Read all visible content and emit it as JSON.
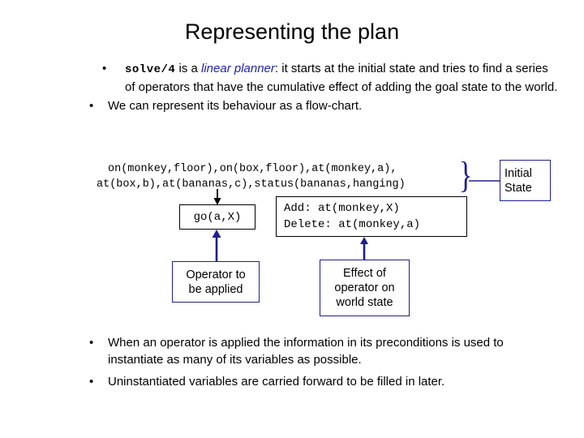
{
  "slide": {
    "title": "Representing the plan"
  },
  "bullets_top": [
    {
      "marker": "•",
      "segments": [
        {
          "kind": "mono",
          "text": "solve/4"
        },
        {
          "kind": "plain",
          "text": " is a "
        },
        {
          "kind": "blue-italic",
          "text": "linear planner"
        },
        {
          "kind": "plain",
          "text": ": it starts at the initial state and tries to find a series of operators that have the cumulative effect of adding the goal state to the world."
        }
      ],
      "plain_text": "solve/4 is a linear planner: it starts at the initial state and tries to find a series of operators that have the cumulative effect of adding the goal state to the world."
    },
    {
      "marker": "•",
      "plain_text": "We can represent its behaviour as a flow-chart."
    }
  ],
  "bullets_bottom": [
    {
      "marker": "•",
      "plain_text": "When an operator is applied the information in its preconditions is used to instantiate as many of its variables as possible."
    },
    {
      "marker": "•",
      "plain_text": "Uninstantiated variables are carried forward to be filled in later."
    }
  ],
  "diagram": {
    "state_line_1": "on(monkey,floor),on(box,floor),at(monkey,a),",
    "state_line_2": "at(box,b),at(bananas,c),status(bananas,hanging)",
    "brace_glyph": "}",
    "boxes": {
      "initial_state": {
        "line_1": "Initial",
        "line_2": "State",
        "border_color": "#1f1f8f"
      },
      "operator_goax": {
        "text": "go(a,X)",
        "border_color": "#000000"
      },
      "add_delete": {
        "line_1": "Add: at(monkey,X)",
        "line_2": "Delete: at(monkey,a)",
        "border_color": "#000000"
      },
      "operator_caption": {
        "line_1": "Operator to",
        "line_2": "be applied",
        "border_color": "#1f1f8f"
      },
      "effect_caption": {
        "line_1": "Effect of",
        "line_2": "operator on",
        "line_3": "world state",
        "border_color": "#1f1f8f"
      }
    },
    "connectors": [
      {
        "name": "state-to-goax",
        "color": "#000000",
        "direction": "down"
      },
      {
        "name": "operator-caption-to-goax",
        "color": "#1f1f8f",
        "direction": "up"
      },
      {
        "name": "effect-caption-to-add-delete",
        "color": "#1f1f8f",
        "direction": "up"
      },
      {
        "name": "brace-to-initial-state",
        "color": "#1f1f8f",
        "direction": "horizontal"
      }
    ]
  },
  "colors": {
    "accent_blue": "#1f1f8f",
    "italic_blue": "#2222aa",
    "text_black": "#000000",
    "background": "#ffffff"
  }
}
